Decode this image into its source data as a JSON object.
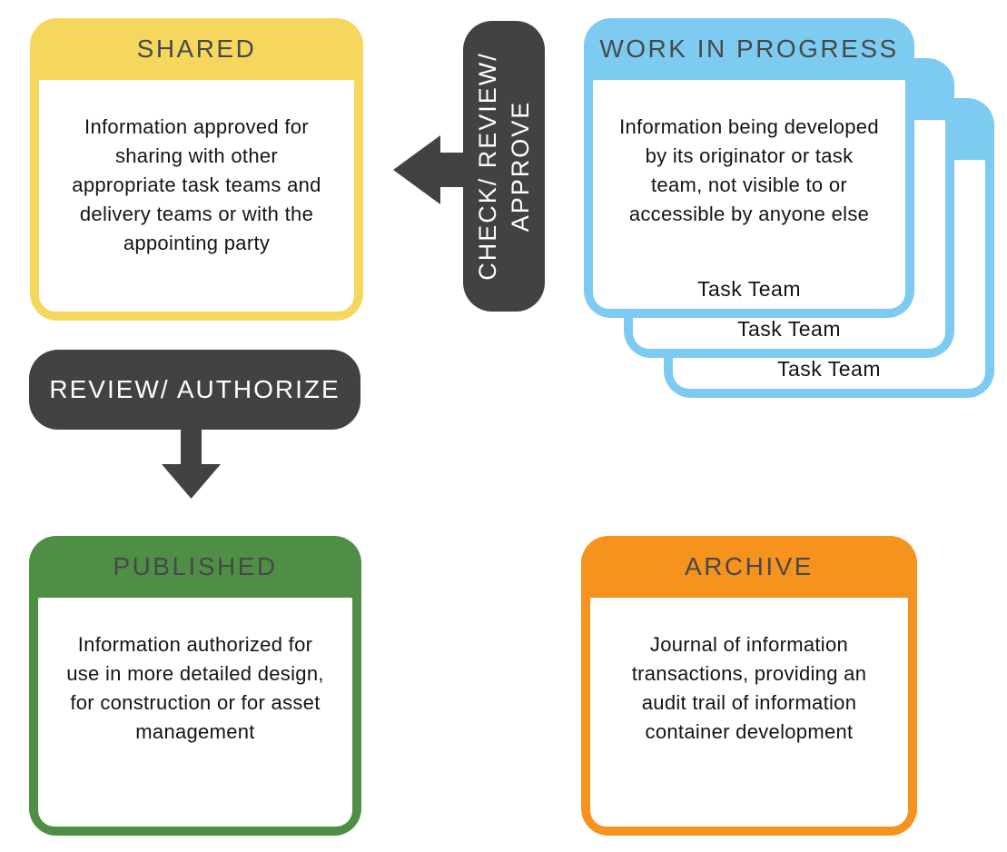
{
  "palette": {
    "yellow": "#F5D75D",
    "blue": "#7DCBF0",
    "green": "#4F8F45",
    "orange": "#F6931E",
    "dark": "#424242",
    "title_color": "#46494B",
    "body_text": "#141414"
  },
  "cards": {
    "shared": {
      "title": "SHARED",
      "body": "Information approved for\nsharing with other\nappropriate task teams and\ndelivery teams or with the\nappointing party"
    },
    "work_in_progress": {
      "title": "WORK IN PROGRESS",
      "body": "Information being developed\nby its originator or task\nteam, not visible to or\naccessible by anyone else",
      "stack_labels": [
        "Task Team",
        "Task Team",
        "Task Team"
      ]
    },
    "published": {
      "title": "PUBLISHED",
      "body": "Information authorized for\nuse in more detailed design,\nfor construction or for asset\nmanagement"
    },
    "archive": {
      "title": "ARCHIVE",
      "body": "Journal of information\ntransactions, providing an\naudit trail of information\ncontainer development"
    }
  },
  "connectors": {
    "check_review_approve": {
      "label": "CHECK/ REVIEW/\nAPPROVE"
    },
    "review_authorize": {
      "label": "REVIEW/ AUTHORIZE"
    }
  }
}
